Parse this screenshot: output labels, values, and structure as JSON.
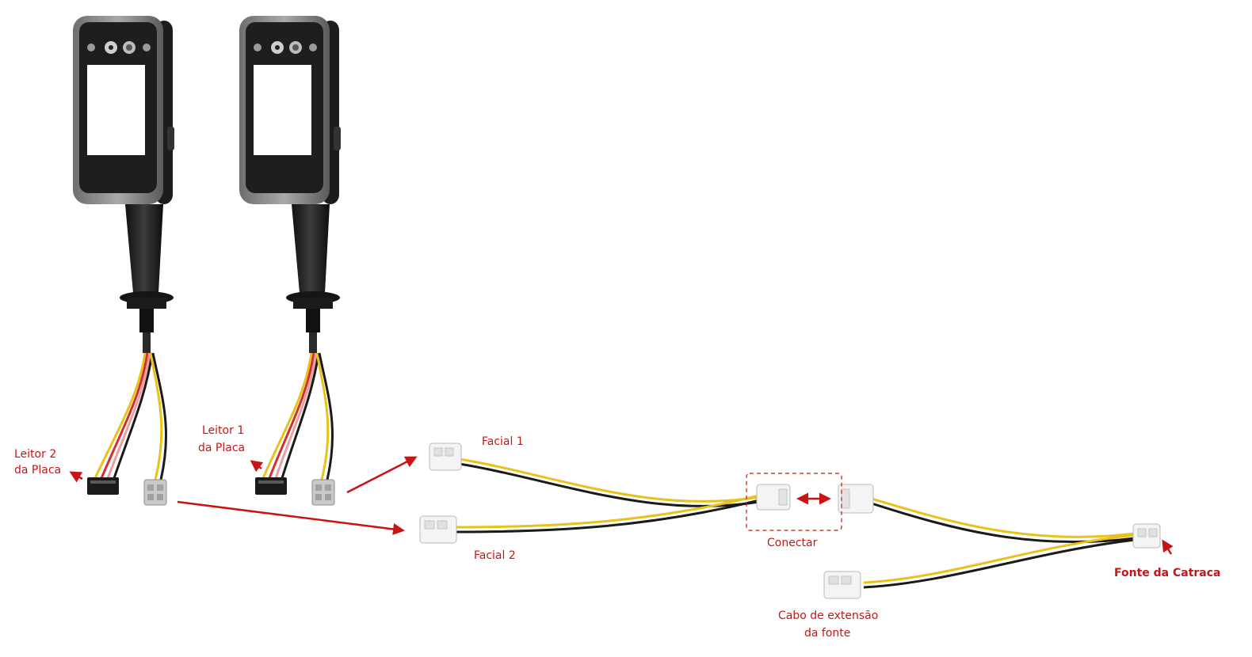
{
  "labels": {
    "leitor2_line1": "Leitor 2",
    "leitor2_line2": "da Placa",
    "leitor1_line1": "Leitor 1",
    "leitor1_line2": "da Placa",
    "facial1": "Facial 1",
    "facial2": "Facial 2",
    "conectar": "Conectar",
    "fonte_catraca": "Fonte da Catraca",
    "cabo_line1": "Cabo de extensão",
    "cabo_line2": "da fonte"
  },
  "colors": {
    "annotation_red": "#c81414",
    "wire_yellow": "#e8c21a",
    "wire_black": "#1a1a1a",
    "wire_red": "#d03030",
    "device_body": "#2b2b2b",
    "device_bezel": "#8a8a8a",
    "screen": "#ffffff",
    "connector": "#f4f4f4"
  },
  "icons": {
    "device": "facial-reader",
    "connector": "molex-connector",
    "arrow": "red-arrow"
  }
}
